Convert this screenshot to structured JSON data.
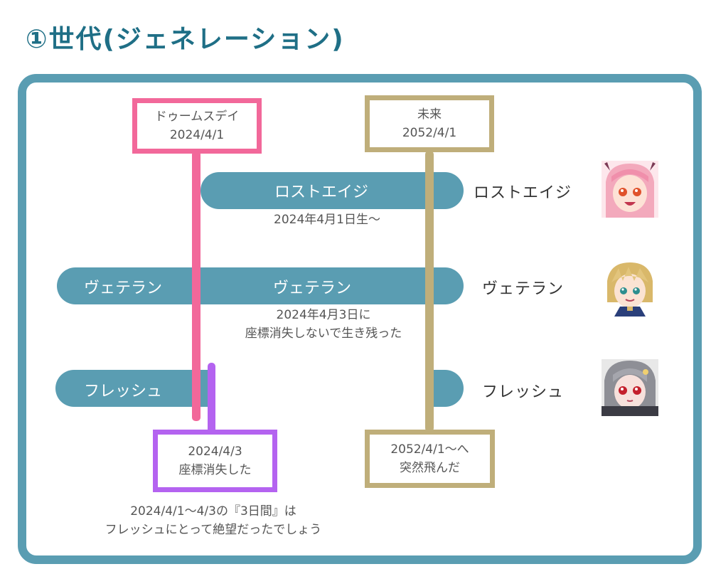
{
  "title": "①世代(ジェネレーション)",
  "boxes": {
    "doomsday": {
      "line1": "ドゥームスデイ",
      "line2": "2024/4/1"
    },
    "future": {
      "line1": "未来",
      "line2": "2052/4/1"
    },
    "coords_lost": {
      "line1": "2024/4/3",
      "line2": "座標消失した"
    },
    "jump": {
      "line1": "2052/4/1～へ",
      "line2": "突然飛んだ"
    }
  },
  "bars": {
    "lost_age": {
      "label": "ロストエイジ",
      "note": "2024年4月1日生～"
    },
    "veteran": {
      "label_left": "ヴェテラン",
      "label_mid": "ヴェテラン",
      "note_line1": "2024年4月3日に",
      "note_line2": "座標消失しないで生き残った"
    },
    "fresh": {
      "label": "フレッシュ"
    }
  },
  "side_labels": [
    "ロストエイジ",
    "ヴェテラン",
    "フレッシュ"
  ],
  "bottom_note": {
    "line1": "2024/4/1～4/3の『3日間』は",
    "line2": "フレッシュにとって絶望だったでしょう"
  },
  "colors": {
    "teal": "#5a9db2",
    "pink": "#f2689a",
    "olive": "#bfae7a",
    "purple": "#b463f0"
  }
}
